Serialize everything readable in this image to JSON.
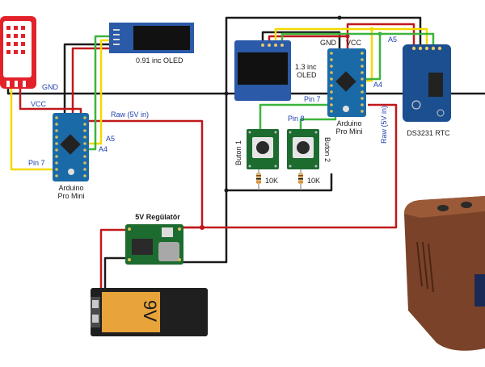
{
  "labels": {
    "gnd_left": "GND",
    "vcc_left": "VCC",
    "pin7_left": "Pin 7",
    "arduino_left_l1": "Arduino",
    "arduino_left_l2": "Pro Mini",
    "a5_left": "A5",
    "a4_left": "A4",
    "raw_left": "Raw (5V in)",
    "oled_small": "0.91 inc OLED",
    "oled_large_l1": "1.3 inc",
    "oled_large_l2": "OLED",
    "gnd_right": "GND",
    "vcc_right": "VCC",
    "a5_right": "A5",
    "a4_right": "A4",
    "pin7_right": "Pin 7",
    "pin8_right": "Pin 8",
    "arduino_right_l1": "Arduino",
    "arduino_right_l2": "Pro Mini",
    "raw_right": "Raw (5V in)",
    "rtc": "DS3231 RTC",
    "button1": "Buton 1",
    "button2": "Buton 2",
    "res1": "10K",
    "res2": "10K",
    "regulator": "5V Regülatör",
    "battery": "9V"
  },
  "colors": {
    "gnd": "#1a1a1a",
    "vcc": "#c0181a",
    "data_yellow": "#f2d900",
    "data_green": "#3cb43c",
    "label_blue": "#1f3fae",
    "pcb_blue": "#1b4f8f",
    "pcb_green": "#1c6b2f",
    "sensor_red": "#e3212a",
    "battery_orange": "#e8a33a",
    "case_brown": "#7a4228"
  }
}
